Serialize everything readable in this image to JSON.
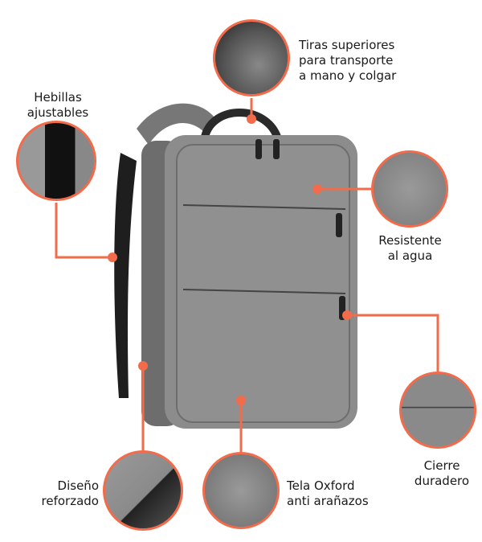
{
  "accent_color": "#f26b4a",
  "product": "backpack",
  "features": [
    {
      "id": "top-handle",
      "lines": [
        "Tiras superiores",
        "para transporte",
        "a mano y colgar"
      ]
    },
    {
      "id": "buckles",
      "lines": [
        "Hebillas",
        "ajustables"
      ]
    },
    {
      "id": "water-resistant",
      "lines": [
        "Resistente",
        "al agua"
      ]
    },
    {
      "id": "zipper",
      "lines": [
        "Cierre",
        "duradero"
      ]
    },
    {
      "id": "reinforced",
      "lines": [
        "Diseño",
        "reforzado"
      ]
    },
    {
      "id": "oxford",
      "lines": [
        "Tela Oxford",
        "anti arañazos"
      ]
    }
  ]
}
